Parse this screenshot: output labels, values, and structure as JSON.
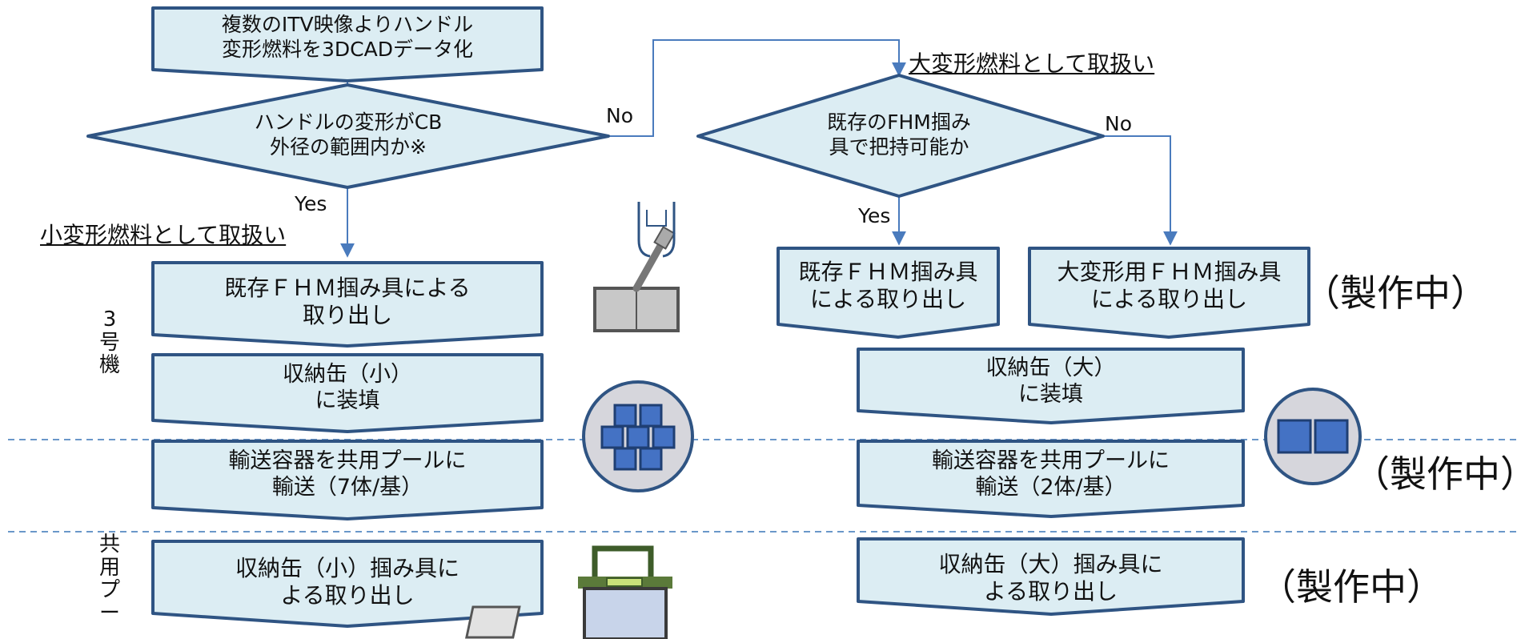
{
  "colors": {
    "fill": "#dcedf3",
    "stroke": "#2f5483",
    "arrow": "#4a7bbd",
    "divider": "#6a97c9",
    "tile": "#4472c4"
  },
  "steps": {
    "convert_3dcad": [
      "複数のITV映像よりハンドル",
      "変形燃料を3DCADデータ化"
    ],
    "decision_cb": [
      "ハンドルの変形がCB",
      "外径の範囲内か※"
    ],
    "decision_fhm": [
      "既存のFHM掴み",
      "具で把持可能か"
    ],
    "small_extract": [
      "既存ＦＨＭ掴み具による",
      "取り出し"
    ],
    "small_load": [
      "収納缶（小）",
      "に装填"
    ],
    "small_transport": [
      "輸送容器を共用プールに",
      "輸送（7体/基）"
    ],
    "small_pool_extract": [
      "収納缶（小）掴み具に",
      "よる取り出し"
    ],
    "large_existing_extract": [
      "既存ＦＨＭ掴み具",
      "による取り出し"
    ],
    "large_new_extract": [
      "大変形用ＦＨＭ掴み具",
      "による取り出し"
    ],
    "large_load": [
      "収納缶（大）",
      "に装填"
    ],
    "large_transport": [
      "輸送容器を共用プールに",
      "輸送（2体/基）"
    ],
    "large_pool_extract": [
      "収納缶（大）掴み具に",
      "よる取り出し"
    ]
  },
  "edges": {
    "no_left": "No",
    "yes_left": "Yes",
    "no_right": "No",
    "yes_right": "Yes"
  },
  "notes": {
    "small_handling": "小変形燃料として取扱い",
    "large_handling": "大変形燃料として取扱い",
    "in_production": "（製作中）"
  },
  "sections": {
    "unit3": [
      "3",
      "号",
      "機"
    ],
    "shared_pool": [
      "共",
      "用",
      "プ",
      "ー"
    ]
  },
  "icons": [
    "gripper-icon",
    "small-canister-icon",
    "large-canister-icon",
    "transport-cask-icon"
  ]
}
